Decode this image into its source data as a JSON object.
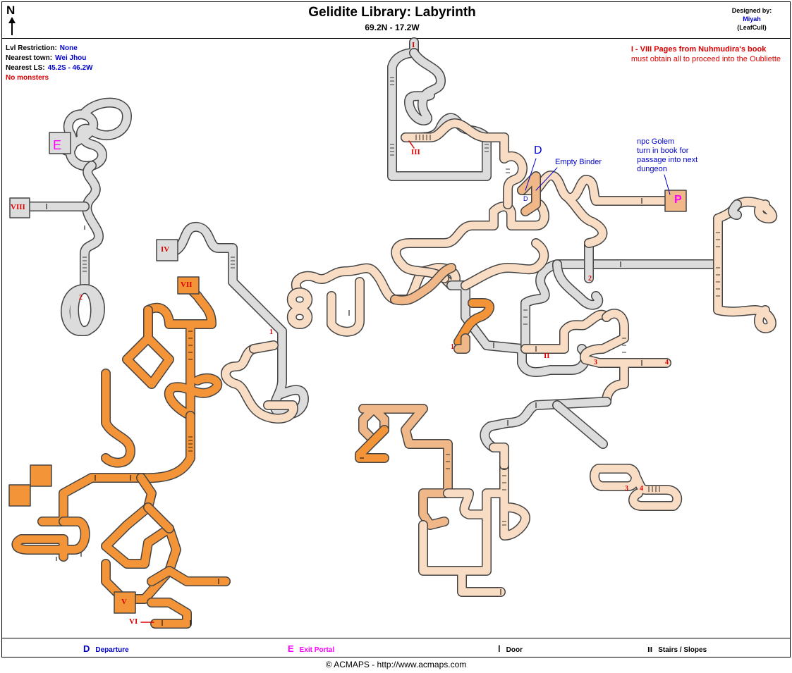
{
  "title": "Gelidite Library: Labyrinth",
  "coords": "69.2N - 17.2W",
  "north": "N",
  "designer": {
    "label": "Designed by:",
    "name": "Miyah",
    "handle": "(LeafCull)"
  },
  "info": {
    "lvl_label": "Lvl Restriction:",
    "lvl_value": "None",
    "town_label": "Nearest town:",
    "town_value": "Wei Jhou",
    "ls_label": "Nearest LS:",
    "ls_value": "45.2S - 46.2W",
    "monsters": "No monsters"
  },
  "key": {
    "range": "I - VIII",
    "title": "Pages from Nuhmudira's book",
    "note": "must obtain all to proceed into the Oubliette"
  },
  "markers": {
    "D": "D",
    "D_small": "D",
    "E": "E",
    "P": "P",
    "I": "I",
    "II": "II",
    "III": "III",
    "IV": "IV",
    "V": "V",
    "VI": "VI",
    "VII": "VII",
    "VIII": "VIII",
    "n1a": "1",
    "n1b": "1",
    "n2a": "2",
    "n2b": "2",
    "n3a": "3",
    "n3b": "3",
    "n4a": "4",
    "n4b": "4"
  },
  "notes": {
    "empty_binder": "Empty Binder",
    "golem_line1": "npc Golem",
    "golem_line2": "turn in book for",
    "golem_line3": "passage into next",
    "golem_line4": "dungeon"
  },
  "legend": {
    "departure_sym": "D",
    "departure": "Departure",
    "exit_sym": "E",
    "exit": "Exit Portal",
    "door_sym": "ǀ",
    "door": "Door",
    "stairs_sym": "ıı",
    "stairs": "Stairs / Slopes"
  },
  "copyright": "© ACMAPS - http://www.acmaps.com",
  "colors": {
    "gray": "#dcdcdc",
    "peach": "#f8dcc4",
    "tan": "#f0b888",
    "orange": "#f49438",
    "red": "#dd0000",
    "blue": "#0000cc",
    "magenta": "#ff00ff"
  }
}
